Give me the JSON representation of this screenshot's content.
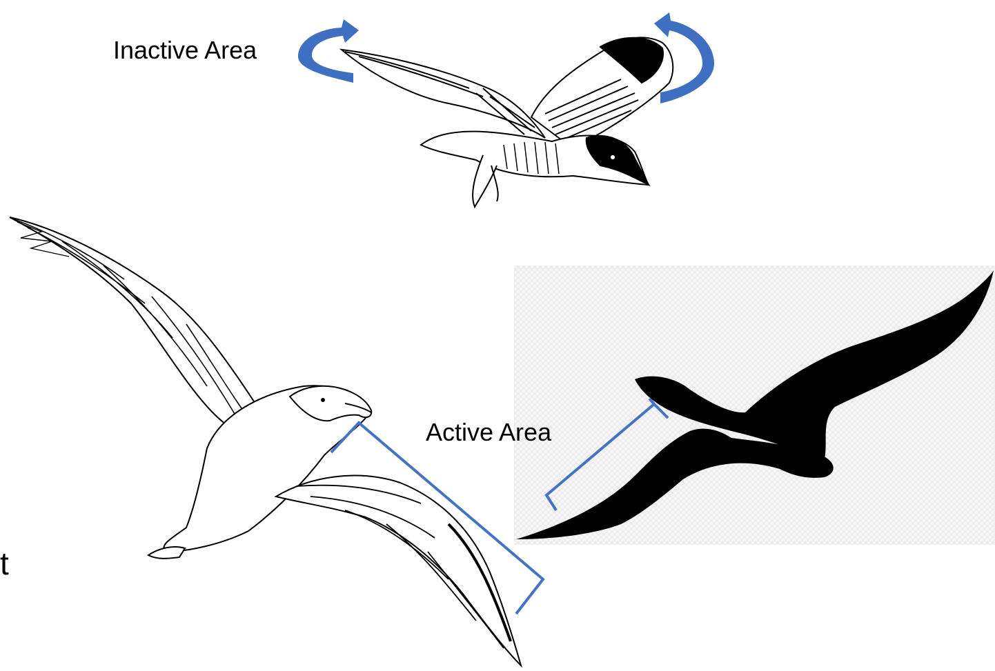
{
  "labels": {
    "inactive_area": "Inactive Area",
    "active_area": "Active Area",
    "cut_letter": "t"
  },
  "colors": {
    "bracket_blue": "#4472c4",
    "arrow_blue": "#3f6fc0",
    "ink": "#000000",
    "checker_background": "#f6f6f6"
  },
  "icons": {
    "left_arrow": "curved-rotate-arrow-icon",
    "right_arrow": "curved-rotate-arrow-icon"
  }
}
